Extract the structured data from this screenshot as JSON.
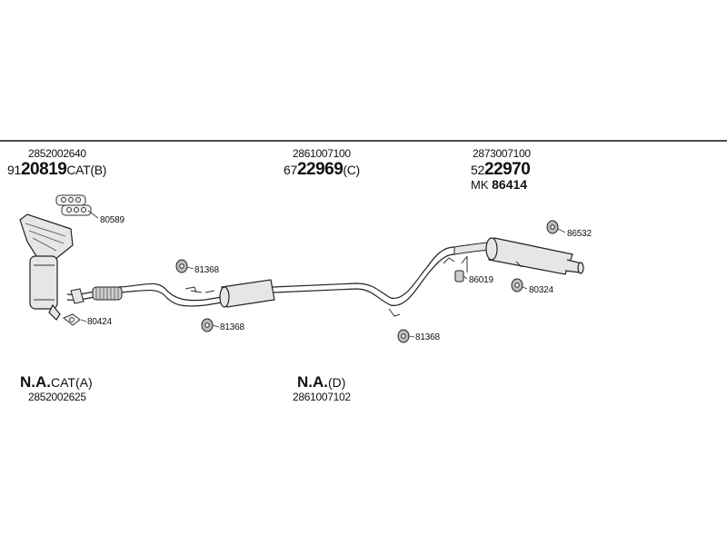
{
  "sections": [
    {
      "part_number": "2852002640",
      "code_prefix": "91",
      "code_bold": "20819",
      "code_suffix": "CAT(B)"
    },
    {
      "part_number": "2861007100",
      "code_prefix": "67",
      "code_bold": "22969",
      "code_suffix": "(C)"
    },
    {
      "part_number": "2873007100",
      "code_prefix": "52",
      "code_bold": "22970",
      "code_suffix": ""
    }
  ],
  "mounting_kit": {
    "prefix": "MK",
    "number": "86414"
  },
  "callouts": [
    "80589",
    "80424",
    "81368",
    "81368",
    "81368",
    "86532",
    "86019",
    "80324"
  ],
  "not_available": [
    {
      "label": "N.A.",
      "suffix": "CAT(A)",
      "part_number": "2852002625"
    },
    {
      "label": "N.A.",
      "suffix": "(D)",
      "part_number": "2861007102"
    }
  ],
  "colors": {
    "line": "#111111",
    "part_fill": "#e6e6e6",
    "part_stroke": "#222222"
  }
}
